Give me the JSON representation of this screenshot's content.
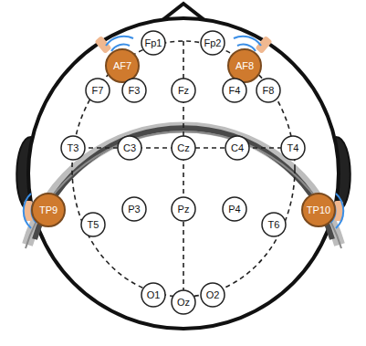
{
  "diagram": {
    "nodes": [
      {
        "text": [
          "Fp1"
        ]
      },
      {
        "text": [
          "Fp2"
        ]
      },
      {
        "text": [
          "AF7"
        ]
      },
      {
        "text": [
          "AF8"
        ]
      },
      {
        "text": [
          "F7"
        ]
      },
      {
        "text": [
          "F3"
        ]
      },
      {
        "text": [
          "Fz"
        ]
      },
      {
        "text": [
          "F4"
        ]
      },
      {
        "text": [
          "F8"
        ]
      },
      {
        "text": [
          "T3"
        ]
      },
      {
        "text": [
          "C3"
        ]
      },
      {
        "text": [
          "Cz"
        ]
      },
      {
        "text": [
          "C4"
        ]
      },
      {
        "text": [
          "T4"
        ]
      },
      {
        "text": [
          "TP9"
        ]
      },
      {
        "text": [
          "TP10"
        ]
      },
      {
        "text": [
          "P3"
        ]
      },
      {
        "text": [
          "Pz"
        ]
      },
      {
        "text": [
          "P4"
        ]
      },
      {
        "text": [
          "T5"
        ]
      },
      {
        "text": [
          "T6"
        ]
      },
      {
        "text": [
          "O1"
        ]
      },
      {
        "text": [
          "Oz"
        ]
      },
      {
        "text": [
          "O2"
        ]
      }
    ]
  }
}
